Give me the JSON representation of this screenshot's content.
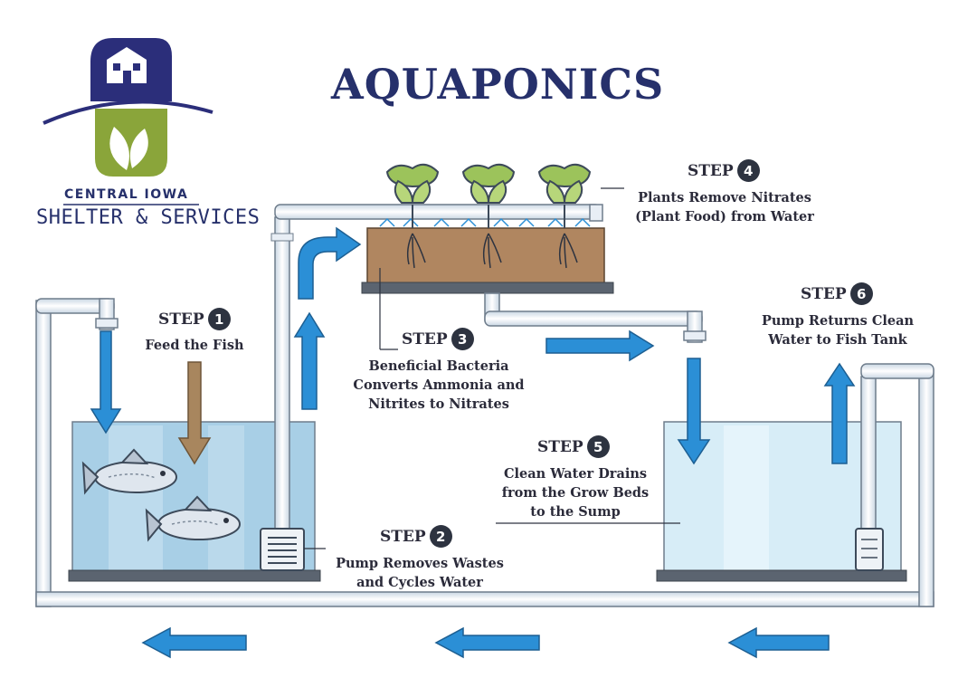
{
  "title": "AQUAPONICS",
  "organization": {
    "line1": "CENTRAL IOWA",
    "line2": "SHELTER & SERVICES"
  },
  "steps": [
    {
      "label": "STEP",
      "number": "1",
      "text": "Feed the Fish"
    },
    {
      "label": "STEP",
      "number": "2",
      "text": "Pump Removes Wastes\nand Cycles Water"
    },
    {
      "label": "STEP",
      "number": "3",
      "text": "Beneficial Bacteria\nConverts Ammonia and\nNitrites to Nitrates"
    },
    {
      "label": "STEP",
      "number": "4",
      "text": "Plants Remove Nitrates\n(Plant Food) from Water"
    },
    {
      "label": "STEP",
      "number": "5",
      "text": "Clean Water Drains\nfrom the Grow Beds\nto the Sump"
    },
    {
      "label": "STEP",
      "number": "6",
      "text": "Pump Returns Clean\nWater to Fish Tank"
    }
  ],
  "colors": {
    "title": "#26306b",
    "water_arrow": "#2b8fd6",
    "food_arrow": "#a8865e",
    "logo_green": "#8aa53a",
    "soil": "#b08660"
  }
}
